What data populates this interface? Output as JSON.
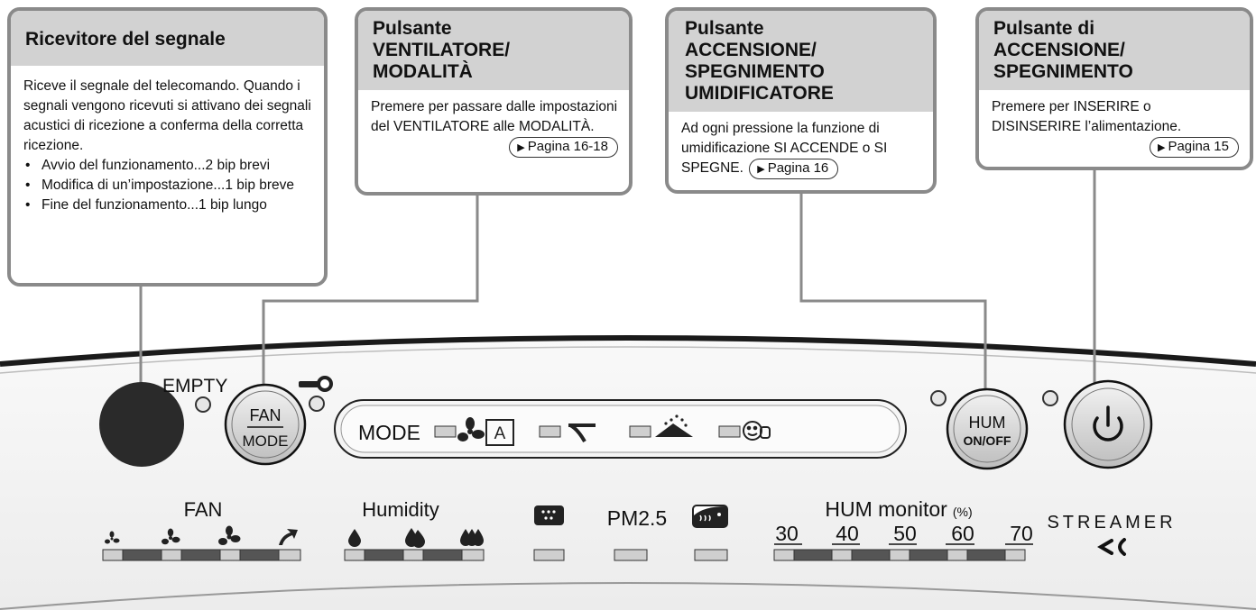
{
  "callouts": {
    "receiver": {
      "title": "Ricevitore del segnale",
      "text": "Riceve il segnale del telecomando. Quando i segnali vengono ricevuti si attivano dei segnali acustici di ricezione a conferma della corretta ricezione.",
      "bullets": [
        "Avvio del funzionamento...2 bip brevi",
        "Modifica di un’impostazione...1 bip breve",
        "Fine del funzionamento...1 bip lungo"
      ]
    },
    "fan_mode": {
      "title_1": "Pulsante",
      "title_2": "VENTILATORE/",
      "title_3": "MODALITÀ",
      "text": "Premere per passare dalle impostazioni del VENTILATORE alle MODALITÀ.",
      "page_ref": "Pagina 16-18"
    },
    "hum": {
      "title_1": "Pulsante",
      "title_2": "ACCENSIONE/",
      "title_3": "SPEGNIMENTO",
      "title_4": "UMIDIFICATORE",
      "text": "Ad ogni pressione la funzione di umidificazione SI ACCENDE o SI SPEGNE.",
      "page_ref": "Pagina 16"
    },
    "power": {
      "title_1": "Pulsante di",
      "title_2": "ACCENSIONE/",
      "title_3": "SPEGNIMENTO",
      "text": "Premere per INSERIRE o DISINSERIRE l’alimentazione.",
      "page_ref": "Pagina 15"
    }
  },
  "panel": {
    "empty_label": "EMPTY",
    "fan_button_top": "FAN",
    "fan_button_bottom": "MODE",
    "mode_label": "MODE",
    "mode_auto_letter": "A",
    "hum_button_top": "HUM",
    "hum_button_bottom": "ON/OFF",
    "fan_label": "FAN",
    "humidity_label": "Humidity",
    "pm_label": "PM2.5",
    "hum_monitor_label": "HUM monitor",
    "hum_monitor_unit": "(%)",
    "hum_monitor_ticks": [
      "30",
      "40",
      "50",
      "60",
      "70"
    ],
    "streamer_label": "STREAMER"
  },
  "colors": {
    "callout_border": "#8a8a8a",
    "callout_header": "#d2d2d2",
    "panel_face": "#f1f1f1",
    "indicator_light": "#cfcfcf",
    "indicator_dark": "#555555",
    "receiver": "#2a2a2a"
  }
}
